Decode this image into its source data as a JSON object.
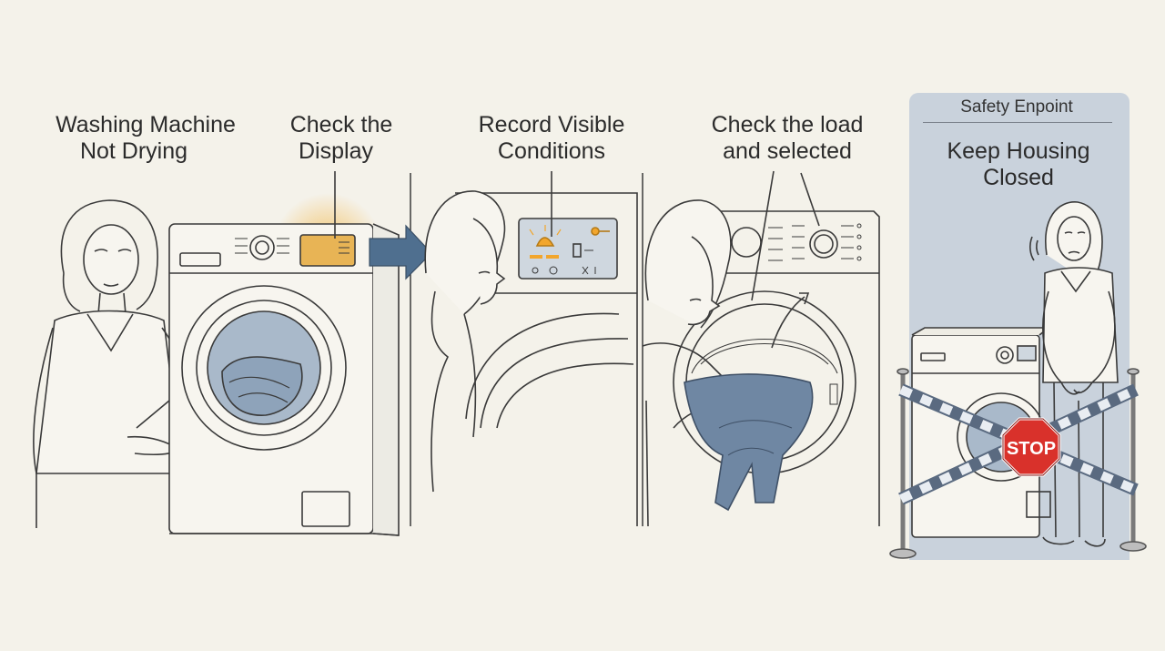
{
  "steps": [
    {
      "id": "step-1",
      "title_lines": [
        "Washing Machine",
        "Not Drying"
      ]
    },
    {
      "id": "step-2",
      "title_lines": [
        "Check the",
        "Display"
      ]
    },
    {
      "id": "step-3",
      "title_lines": [
        "Record Visible",
        "Conditions"
      ]
    },
    {
      "id": "step-4",
      "title_lines": [
        "Check the load",
        "and selected"
      ]
    }
  ],
  "safety": {
    "header": "Safety Enpoint",
    "title_lines": [
      "Keep Housing",
      "Closed"
    ],
    "sign_text": "STOP"
  },
  "colors": {
    "background": "#f4f2ea",
    "ink": "#3a3a3a",
    "accent_orange": "#f2b33d",
    "arrow_blue": "#4f6f8f",
    "drum_blue": "#8ea3ba",
    "safety_panel": "#c9d2dc",
    "stop_red": "#d9312b"
  }
}
